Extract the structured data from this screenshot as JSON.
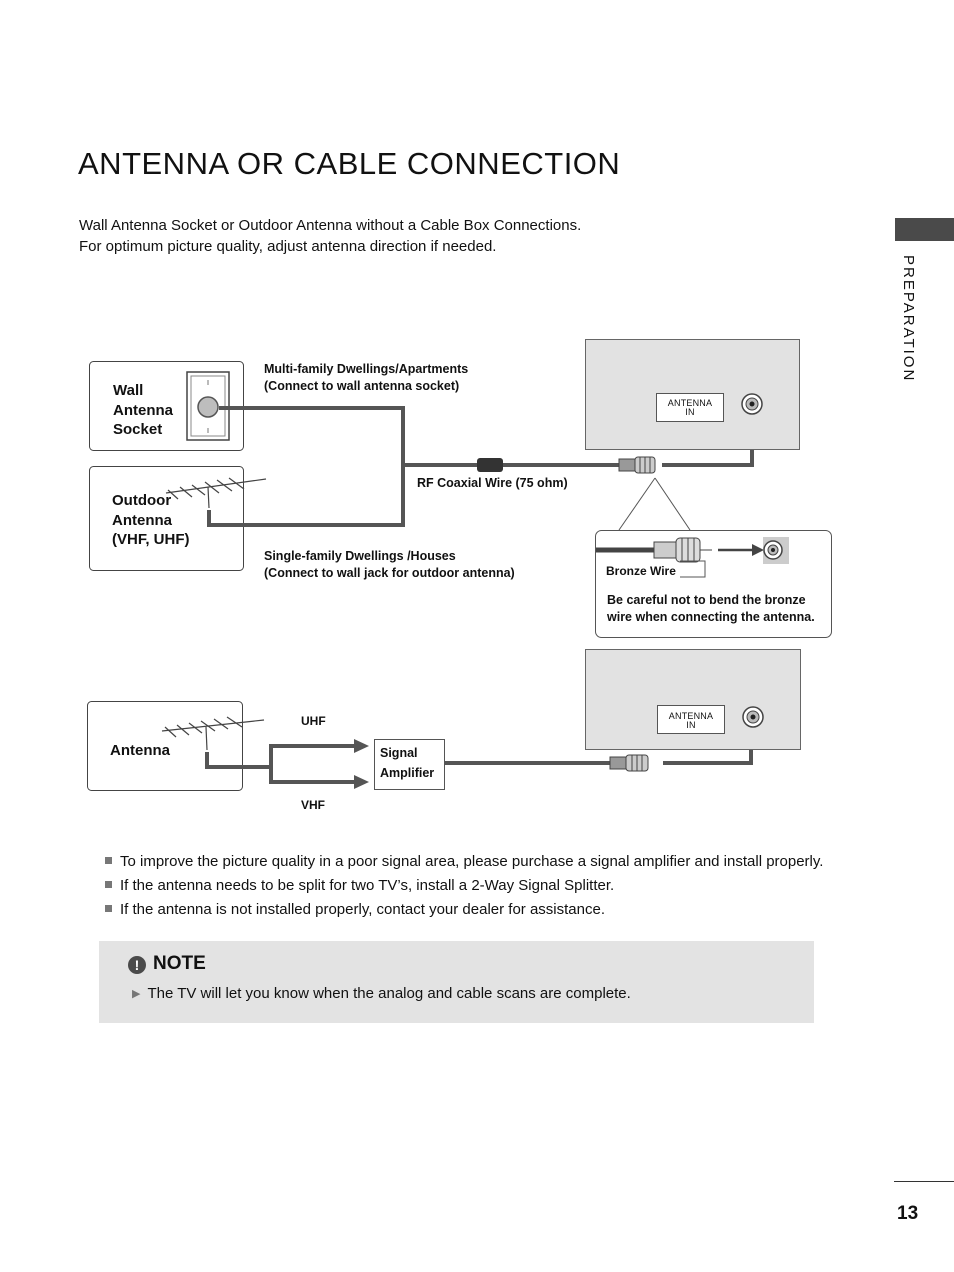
{
  "page": {
    "title": "ANTENNA OR CABLE CONNECTION",
    "intro_lines": [
      "Wall Antenna Socket or Outdoor Antenna without a Cable Box Connections.",
      "For optimum picture quality, adjust antenna direction if needed."
    ],
    "section_label": "PREPARATION",
    "page_number": "13"
  },
  "diagram1": {
    "wall_socket_label": [
      "Wall",
      "Antenna",
      "Socket"
    ],
    "outdoor_antenna_label": [
      "Outdoor",
      "Antenna",
      "(VHF, UHF)"
    ],
    "multi_family_label": [
      "Multi-family Dwellings/Apartments",
      "(Connect to wall antenna socket)"
    ],
    "single_family_label": [
      "Single-family Dwellings /Houses",
      "(Connect to wall jack for outdoor antenna)"
    ],
    "coax_label": "RF Coaxial Wire (75 ohm)",
    "port_label": [
      "ANTENNA",
      "IN"
    ],
    "bronze_wire_label": "Bronze Wire",
    "caution_lines": [
      "Be careful not to bend the bronze",
      "wire when connecting the antenna."
    ]
  },
  "diagram2": {
    "antenna_label": "Antenna",
    "uhf_label": "UHF",
    "vhf_label": "VHF",
    "amplifier_label": [
      "Signal",
      "Amplifier"
    ],
    "port_label": [
      "ANTENNA",
      "IN"
    ]
  },
  "bullets": [
    "To improve the picture quality in a poor signal area, please purchase a signal amplifier and install properly.",
    "If the antenna needs to be split for two TV’s, install a 2-Way Signal Splitter.",
    "If the antenna is not installed properly, contact your dealer for assistance."
  ],
  "note": {
    "icon_symbol": "!",
    "title": "NOTE",
    "text": "The TV will let you know when the analog and cable scans are complete."
  }
}
